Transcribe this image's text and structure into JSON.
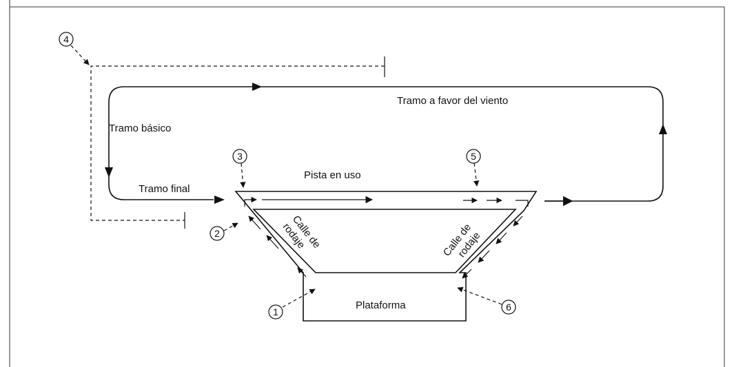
{
  "labels": {
    "downwind": "Tramo a favor del viento",
    "base": "Tramo básico",
    "final": "Tramo final",
    "runway": "Pista en uso",
    "taxiway_left_1": "Calle de",
    "taxiway_left_2": "rodaje",
    "taxiway_right_1": "Calle de",
    "taxiway_right_2": "rodaje",
    "apron": "Plataforma"
  },
  "positions": [
    "1",
    "2",
    "3",
    "4",
    "5",
    "6"
  ]
}
